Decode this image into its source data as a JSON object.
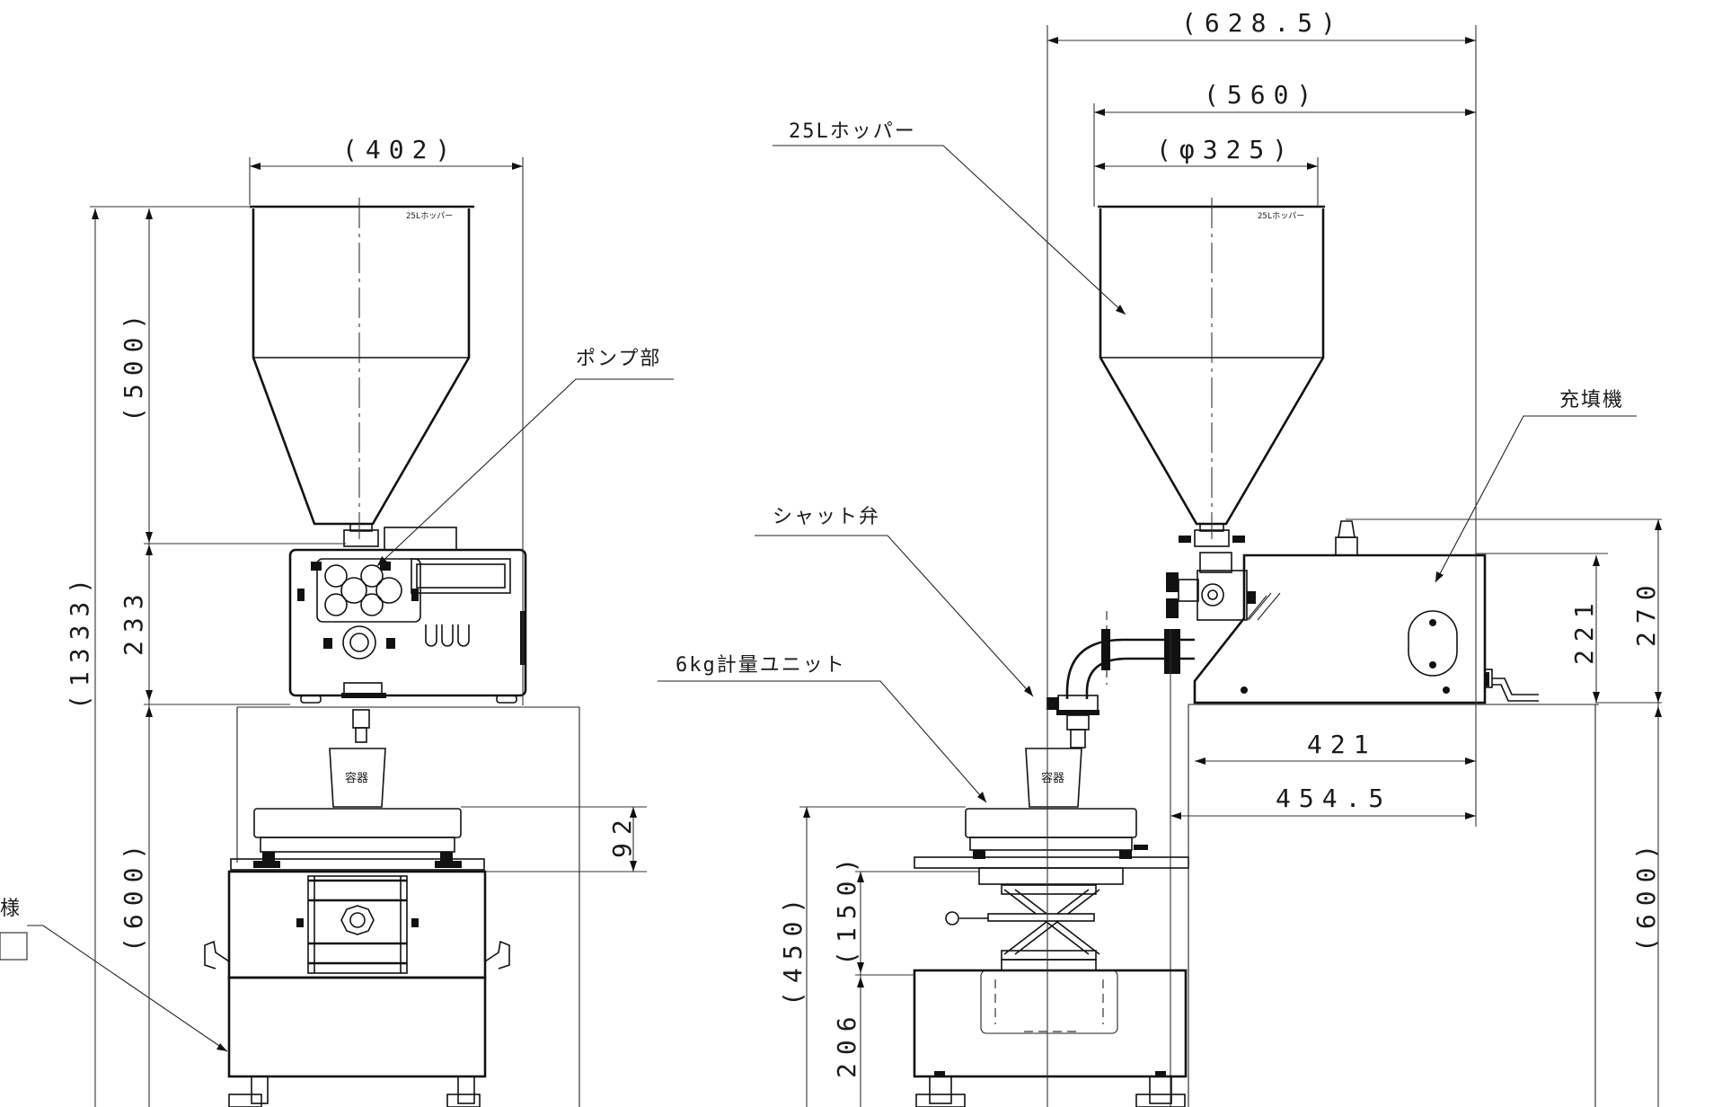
{
  "dimensions": {
    "front_width": "(402)",
    "front_total_height": "(1333)",
    "front_hopper_height": "(500)",
    "front_machine_height": "233",
    "front_stand_height": "(600)",
    "front_scale_offset": "92",
    "side_total_depth": "(628.5)",
    "side_depth": "(560)",
    "hopper_diameter": "(φ325)",
    "filler_height": "221",
    "filler_total_height": "270",
    "filler_depth": "421",
    "filler_overall_depth": "454.5",
    "side_stand_height": "(600)",
    "lift_total_height": "(450)",
    "lift_stroke": "(150)",
    "lift_base_height": "206"
  },
  "labels": {
    "hopper": "25Lホッパー",
    "pump": "ポンプ部",
    "filler": "充填機",
    "shutter_valve": "シャット弁",
    "weighing_unit": "6kg計量ユニット",
    "container_front": "容器",
    "container_side": "容器",
    "hopper_plate_front": "25Lホッパー",
    "hopper_plate_side": "25Lホッパー",
    "edge_fragment": "様"
  }
}
